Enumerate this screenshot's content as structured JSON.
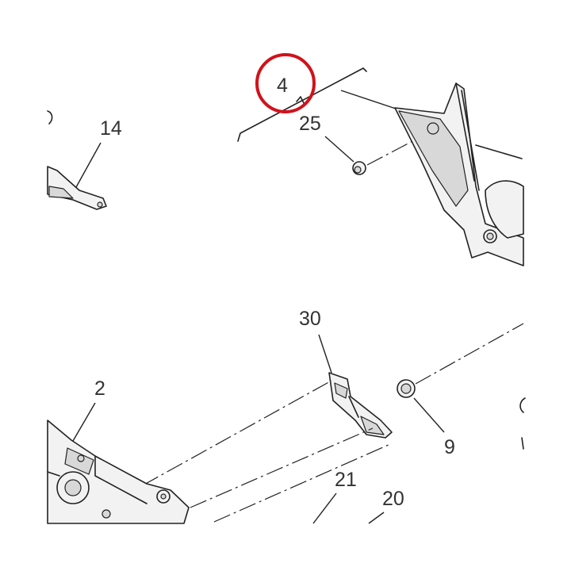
{
  "highlight_color": "#d0121b",
  "callouts": {
    "c4": "4",
    "c25": "25",
    "c14": "14",
    "c30": "30",
    "c2": "2",
    "c9": "9",
    "c21": "21",
    "c20": "20"
  }
}
